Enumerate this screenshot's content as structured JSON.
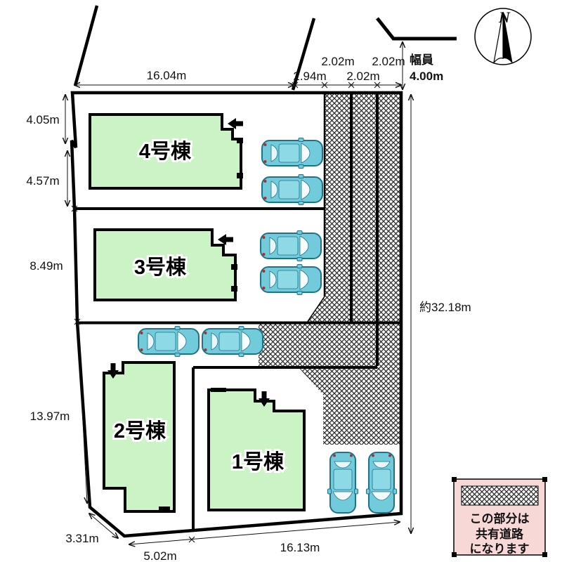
{
  "plan": {
    "type": "site-plan",
    "buildings": [
      {
        "id": 4,
        "label": "4号棟"
      },
      {
        "id": 3,
        "label": "3号棟"
      },
      {
        "id": 2,
        "label": "2号棟"
      },
      {
        "id": 1,
        "label": "1号棟"
      }
    ],
    "dimensions": {
      "top_width": "16.04m",
      "approach": "2.94m",
      "road_segments": [
        "2.02m",
        "2.02m",
        "2.02m"
      ],
      "road_width_label": "幅員",
      "road_width_value": "4.00m",
      "left": [
        "4.05m",
        "4.57m",
        "8.49m",
        "13.97m"
      ],
      "right_depth": "約32.18m",
      "bottom_corner": "3.31m",
      "bottom_left": "5.02m",
      "bottom_right": "16.13m"
    },
    "compass": {
      "north_label": "N"
    },
    "legend": {
      "lines": [
        "この部分は",
        "共有道路",
        "になります"
      ]
    },
    "cars_count": 8,
    "colors": {
      "building_fill": "#ccf3c6",
      "building_stroke": "#000000",
      "car_fill": "#72cbdb",
      "car_stroke": "#1f7287",
      "legend_bg": "#f8d8d6",
      "hatch_line": "#2e2e2e",
      "line": "#111111"
    }
  }
}
